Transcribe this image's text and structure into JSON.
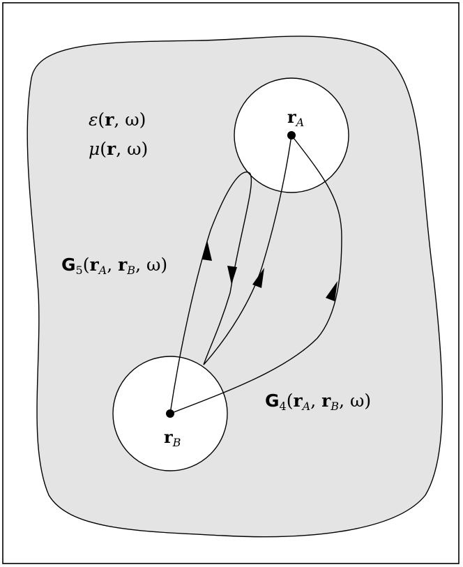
{
  "colors": {
    "background": "#ffffff",
    "medium_fill": "#e4e4e4",
    "stroke": "#000000",
    "frame": "#000000"
  },
  "material": {
    "epsilon": {
      "symbol": "ε",
      "open": "(",
      "r": "r",
      "rest": ", ω)"
    },
    "mu": {
      "symbol": "μ",
      "open": "(",
      "r": "r",
      "rest": ", ω)"
    }
  },
  "points": {
    "A": {
      "r": "r",
      "sub": "A"
    },
    "B": {
      "r": "r",
      "sub": "B"
    }
  },
  "green_functions": {
    "G5": {
      "G": "G",
      "index": "5",
      "open": "(",
      "r1": "r",
      "s1": "A",
      "sep": ", ",
      "r2": "r",
      "s2": "B",
      "rest": ", ω)"
    },
    "G4": {
      "G": "G",
      "index": "4",
      "open": "(",
      "r1": "r",
      "s1": "A",
      "sep": ", ",
      "r2": "r",
      "s2": "B",
      "rest": ", ω)"
    }
  }
}
